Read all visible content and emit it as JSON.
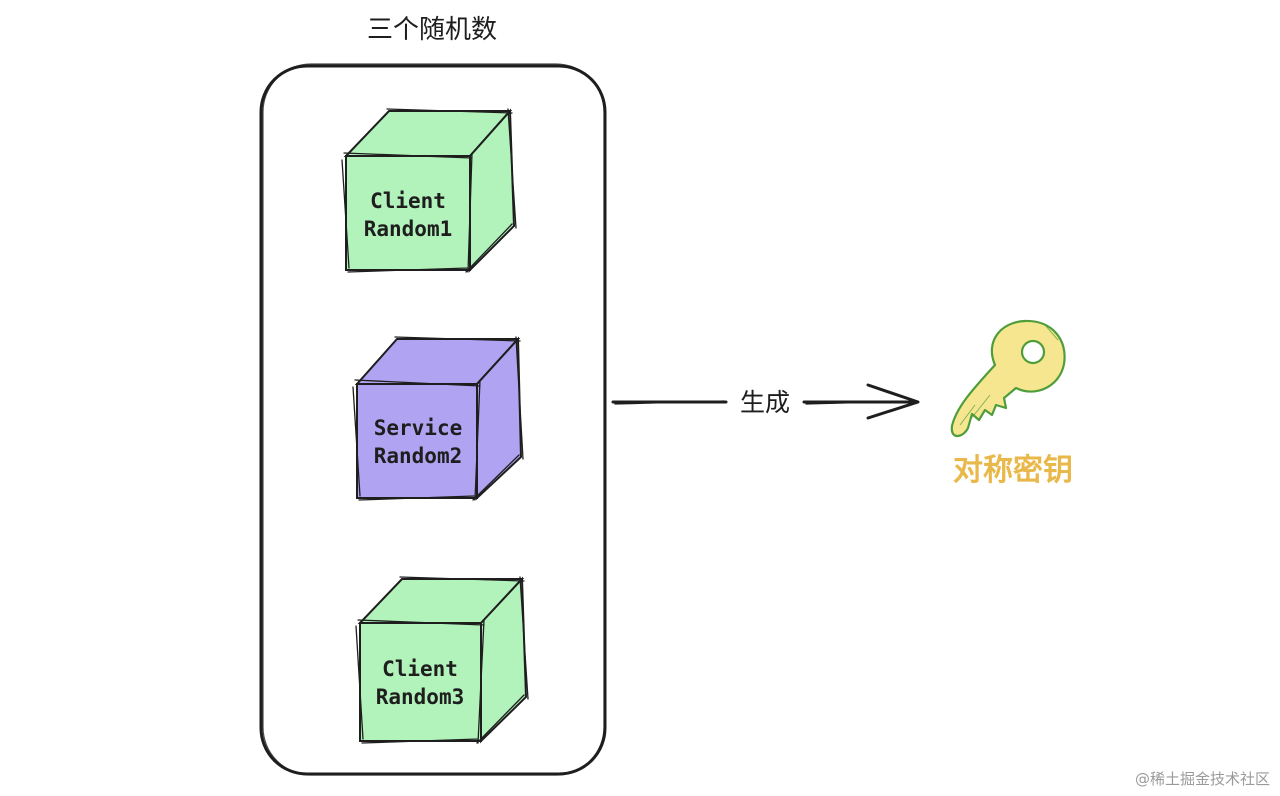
{
  "diagram": {
    "group_title": "三个随机数",
    "cubes": [
      {
        "line1": "Client",
        "line2": "Random1",
        "color": "#b2f2bb"
      },
      {
        "line1": "Service",
        "line2": "Random2",
        "color": "#b0a4f2"
      },
      {
        "line1": "Client",
        "line2": "Random3",
        "color": "#b2f2bb"
      }
    ],
    "arrow_label": "生成",
    "key_label": "对称密钥",
    "key_label_color": "#e9b84a",
    "key_fill_color": "#f6e68f",
    "key_outline_color": "#4f9d3a"
  },
  "watermark": "@稀土掘金技术社区"
}
